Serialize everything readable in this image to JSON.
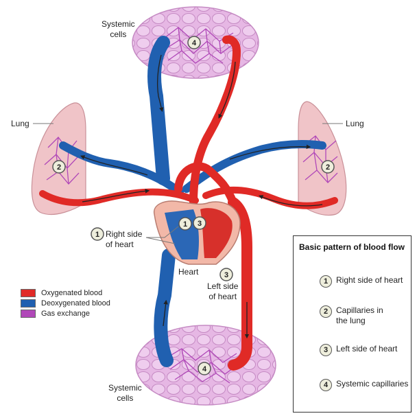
{
  "labels": {
    "systemic_top": "Systemic\ncells",
    "systemic_bottom": "Systemic\ncells",
    "lung_left": "Lung",
    "lung_right": "Lung",
    "right_heart": "Right side\nof heart",
    "left_heart": "Left side\nof heart",
    "heart": "Heart"
  },
  "markers": [
    "1",
    "2",
    "3",
    "4"
  ],
  "legend": [
    {
      "label": "Oxygenated blood",
      "color": "#e02a26"
    },
    {
      "label": "Deoxygenated blood",
      "color": "#2060b0"
    },
    {
      "label": "Gas exchange",
      "color": "#b048b8"
    }
  ],
  "panel": {
    "title": "Basic pattern of blood flow",
    "steps": [
      {
        "num": "1",
        "label": "Right side of heart"
      },
      {
        "num": "2",
        "label": "Capillaries in\nthe lung"
      },
      {
        "num": "3",
        "label": "Left side of heart"
      },
      {
        "num": "4",
        "label": "Systemic capillaries"
      }
    ]
  },
  "colors": {
    "oxygenated": "#e02a26",
    "deoxygenated": "#2060b0",
    "gas_exchange": "#b048b8",
    "cells": "#e8bfe6",
    "lung": "#f0c4c8",
    "heart": "#f2b8a8"
  }
}
